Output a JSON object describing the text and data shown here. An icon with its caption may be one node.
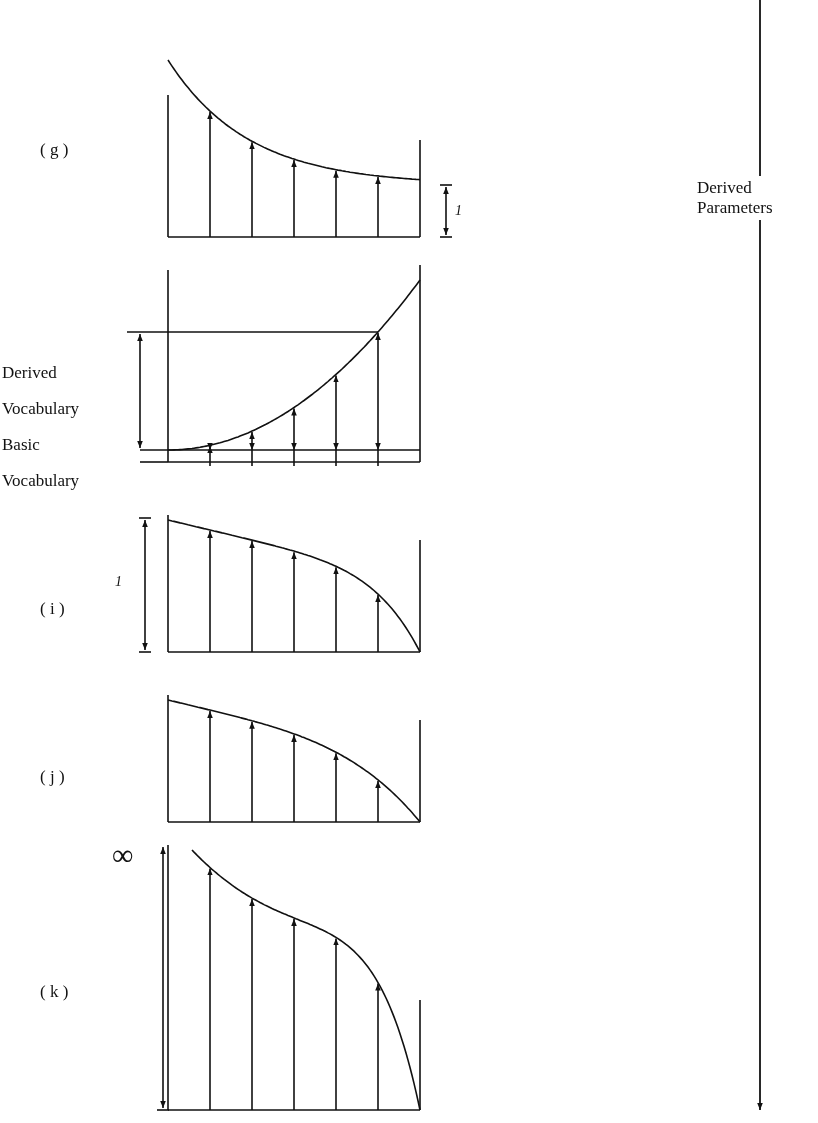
{
  "diagram": {
    "labels": [
      "( g )",
      "1",
      "Derived Parameters",
      "Derived Vocabulary",
      "Basic Vocabulary",
      "1",
      "( i )",
      "( j )",
      "∞",
      "( k )"
    ]
  }
}
